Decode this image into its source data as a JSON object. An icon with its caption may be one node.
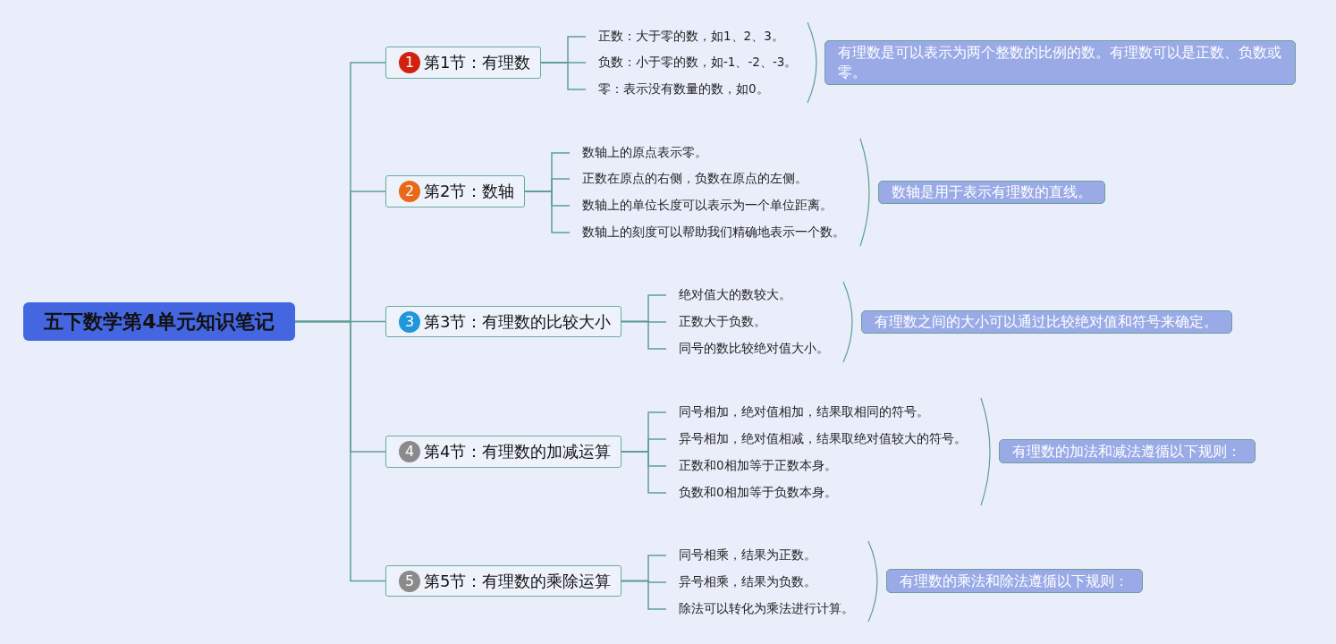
{
  "diagram": {
    "nodes": [
      {
        "text": [
          "五下数学第4单元知识笔记"
        ]
      },
      {
        "text": [
          "1",
          "第1节：有理数"
        ]
      },
      {
        "text": [
          "正数：大于零的数，如1、2、3。"
        ]
      },
      {
        "text": [
          "负数：小于零的数，如-1、-2、-3。"
        ]
      },
      {
        "text": [
          "零：表示没有数量的数，如0。"
        ]
      },
      {
        "text": [
          "有理数是可以表示为两个整数的比例的数。有理数可以是正数、负数或零。"
        ]
      },
      {
        "text": [
          "2",
          "第2节：数轴"
        ]
      },
      {
        "text": [
          "数轴上的原点表示零。"
        ]
      },
      {
        "text": [
          "正数在原点的右侧，负数在原点的左侧。"
        ]
      },
      {
        "text": [
          "数轴上的单位长度可以表示为一个单位距离。"
        ]
      },
      {
        "text": [
          "数轴上的刻度可以帮助我们精确地表示一个数。"
        ]
      },
      {
        "text": [
          "数轴是用于表示有理数的直线。"
        ]
      },
      {
        "text": [
          "3",
          "第3节：有理数的比较大小"
        ]
      },
      {
        "text": [
          "绝对值大的数较大。"
        ]
      },
      {
        "text": [
          "正数大于负数。"
        ]
      },
      {
        "text": [
          "同号的数比较绝对值大小。"
        ]
      },
      {
        "text": [
          "有理数之间的大小可以通过比较绝对值和符号来确定。"
        ]
      },
      {
        "text": [
          "4",
          "第4节：有理数的加减运算"
        ]
      },
      {
        "text": [
          "同号相加，绝对值相加，结果取相同的符号。"
        ]
      },
      {
        "text": [
          "异号相加，绝对值相减，结果取绝对值较大的符号。"
        ]
      },
      {
        "text": [
          "正数和0相加等于正数本身。"
        ]
      },
      {
        "text": [
          "负数和0相加等于负数本身。"
        ]
      },
      {
        "text": [
          "有理数的加法和减法遵循以下规则："
        ]
      },
      {
        "text": [
          "5",
          "第5节：有理数的乘除运算"
        ]
      },
      {
        "text": [
          "同号相乘，结果为正数。"
        ]
      },
      {
        "text": [
          "异号相乘，结果为负数。"
        ]
      },
      {
        "text": [
          "除法可以转化为乘法进行计算。"
        ]
      },
      {
        "text": [
          "有理数的乘法和除法遵循以下规则："
        ]
      }
    ],
    "edges": [
      {
        "from": 0,
        "to": 1,
        "arrow": "none"
      },
      {
        "from": 0,
        "to": 6,
        "arrow": "none"
      },
      {
        "from": 0,
        "to": 12,
        "arrow": "none"
      },
      {
        "from": 0,
        "to": 17,
        "arrow": "none"
      },
      {
        "from": 0,
        "to": 23,
        "arrow": "none"
      },
      {
        "from": 1,
        "to": 2,
        "arrow": "none"
      },
      {
        "from": 1,
        "to": 3,
        "arrow": "none"
      },
      {
        "from": 1,
        "to": 4,
        "arrow": "none"
      },
      {
        "from": 6,
        "to": 7,
        "arrow": "none"
      },
      {
        "from": 6,
        "to": 8,
        "arrow": "none"
      },
      {
        "from": 6,
        "to": 9,
        "arrow": "none"
      },
      {
        "from": 6,
        "to": 10,
        "arrow": "none"
      },
      {
        "from": 12,
        "to": 13,
        "arrow": "none"
      },
      {
        "from": 12,
        "to": 14,
        "arrow": "none"
      },
      {
        "from": 12,
        "to": 15,
        "arrow": "none"
      },
      {
        "from": 17,
        "to": 18,
        "arrow": "none"
      },
      {
        "from": 17,
        "to": 19,
        "arrow": "none"
      },
      {
        "from": 17,
        "to": 20,
        "arrow": "none"
      },
      {
        "from": 17,
        "to": 21,
        "arrow": "none"
      },
      {
        "from": 23,
        "to": 24,
        "arrow": "none"
      },
      {
        "from": 23,
        "to": 25,
        "arrow": "none"
      },
      {
        "from": 23,
        "to": 26,
        "arrow": "none"
      }
    ]
  }
}
